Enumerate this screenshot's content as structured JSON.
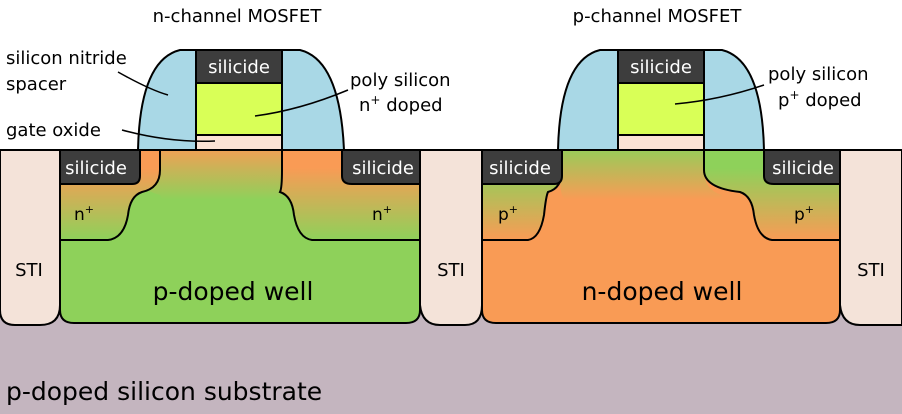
{
  "colors": {
    "substrate": "#c4b5bf",
    "sti": "#f4e3d9",
    "p_region": "#8ed15a",
    "n_region": "#f99b55",
    "spacer": "#a9d8e6",
    "poly": "#d9ff57",
    "oxide": "#fbe3d4",
    "silicide": "#3d3d3d",
    "silicide_text": "#ffffff"
  },
  "titles": {
    "nmos": "n-channel MOSFET",
    "pmos": "p-channel MOSFET"
  },
  "labels": {
    "spacer_line1": "silicon nitride",
    "spacer_line2": "spacer",
    "gate_oxide": "gate oxide",
    "nmos_poly_line1": "poly silicon",
    "nmos_poly_line2": "n",
    "nmos_poly_sup": "+",
    "nmos_poly_suffix": " doped",
    "pmos_poly_line1": "poly silicon",
    "pmos_poly_line2": "p",
    "pmos_poly_sup": "+",
    "pmos_poly_suffix": " doped",
    "silicide": "silicide",
    "sti": "STI",
    "nmos_sd": "n",
    "pmos_sd": "p",
    "sd_sup": "+",
    "p_well": "p-doped well",
    "n_well": "n-doped well",
    "substrate": "p-doped silicon substrate"
  }
}
